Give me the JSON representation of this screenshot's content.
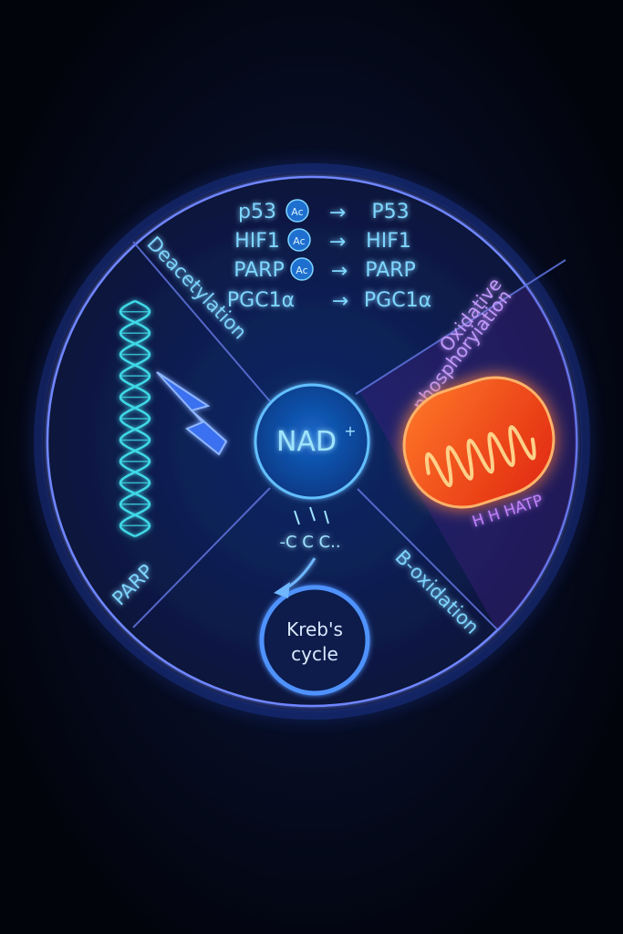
{
  "center": {
    "label": "NAD",
    "superscript": "+"
  },
  "deacetylation": {
    "label": "Deacetylation",
    "badge": "Ac",
    "rows": [
      {
        "from": "p53",
        "to": "P53",
        "acetylated": true
      },
      {
        "from": "HIF1",
        "to": "HIF1",
        "acetylated": true
      },
      {
        "from": "PARP",
        "to": "PARP",
        "acetylated": true
      },
      {
        "from": "PGC1α",
        "to": "PGC1α",
        "acetylated": false
      }
    ],
    "arrow": "→"
  },
  "oxphos": {
    "line1": "Oxidative",
    "line2": "phosphoryiation",
    "mito_label": "H H HATP"
  },
  "parp": {
    "label": "PARP"
  },
  "beta_oxidation": {
    "label": "B-oxidation"
  },
  "krebs": {
    "line1": "Kreb's",
    "line2": "cycle",
    "carbons": "-C C C.."
  },
  "colors": {
    "ring": "#5a7bff",
    "text": "#7fd6ff",
    "center_fill": "#0b3f8c",
    "dna": "#3fd8e6",
    "mito": "#ff5a1f",
    "purple": "#b06bff"
  }
}
